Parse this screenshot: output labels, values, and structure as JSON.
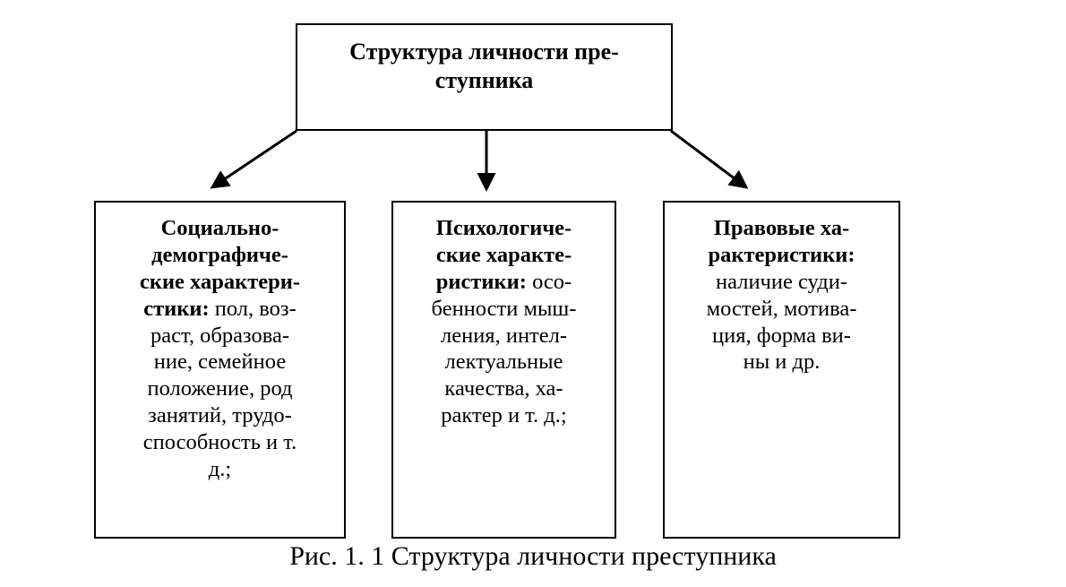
{
  "figure": {
    "caption": "Рис. 1. 1 Структура личности преступника"
  },
  "root": {
    "title": "Структура личности пре-\nступника"
  },
  "children": [
    {
      "id": "social",
      "lead": "Социально-\nдемографиче-\nские характери-\nстики:",
      "body": " пол, воз-\nраст, образова-\nние, семейное\nположение, род\nзанятий, трудо-\nспособность и т.\nд.;"
    },
    {
      "id": "psych",
      "lead": "Психологиче-\nские характе-\nристики:",
      "body": " осо-\nбенности мыш-\nления, интел-\nлектуальные\nкачества, ха-\nрактер и т. д.;"
    },
    {
      "id": "legal",
      "lead": "Правовые ха-\nрактеристики:",
      "body": "\nналичие суди-\nмостей, мотива-\nция, форма ви-\nны и др."
    }
  ],
  "connectors": {
    "left_arrow_label": "arrow-to-social",
    "middle_arrow_label": "arrow-to-psychological",
    "right_arrow_label": "arrow-to-legal"
  },
  "colors": {
    "stroke": "#000000",
    "background": "#ffffff",
    "text": "#000000"
  }
}
